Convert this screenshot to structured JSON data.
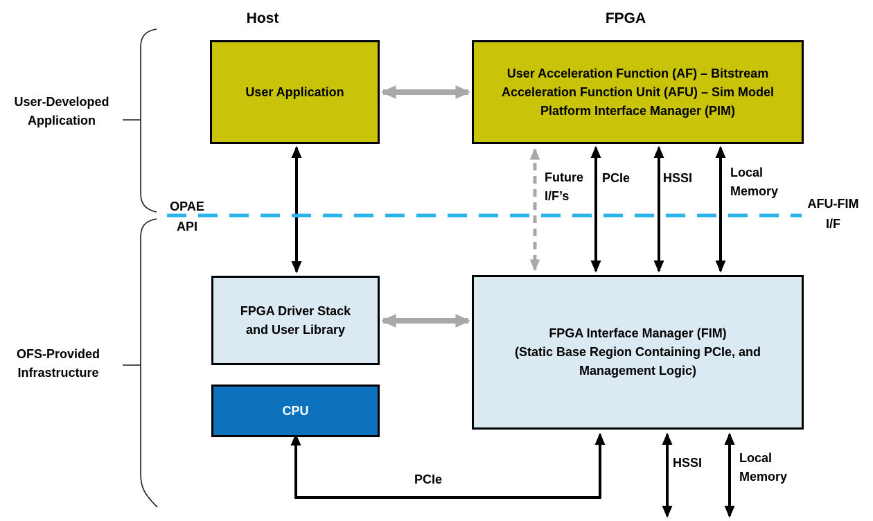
{
  "diagram": {
    "titles": {
      "host": "Host",
      "fpga": "FPGA"
    },
    "side_labels": {
      "user_developed": {
        "lines": [
          "User-Developed",
          "Application"
        ]
      },
      "ofs_provided": {
        "lines": [
          "OFS-Provided",
          "Infrastructure"
        ]
      }
    },
    "boxes": {
      "user_application": {
        "label": "User Application"
      },
      "af": {
        "lines": [
          "User Acceleration Function (AF) – Bitstream",
          "Acceleration Function Unit (AFU) – Sim Model",
          "Platform Interface Manager (PIM)"
        ]
      },
      "driver_stack": {
        "lines": [
          "FPGA Driver Stack",
          "and User Library"
        ]
      },
      "fim": {
        "lines": [
          "FPGA Interface Manager (FIM)",
          "(Static Base Region Containing PCIe, and",
          "Management Logic)"
        ]
      },
      "cpu": {
        "label": "CPU"
      }
    },
    "interface_boundaries": {
      "opae": {
        "lines": [
          "OPAE",
          "API"
        ]
      },
      "afu_fim": {
        "lines": [
          "AFU-FIM",
          "I/F"
        ]
      }
    },
    "connection_labels": {
      "future": {
        "lines": [
          "Future",
          "I/F’s"
        ]
      },
      "pcie_top": "PCIe",
      "hssi_top": "HSSI",
      "local_memory_top": {
        "lines": [
          "Local",
          "Memory"
        ]
      },
      "pcie_bottom": "PCIe",
      "hssi_bottom": "HSSI",
      "local_memory_bottom": {
        "lines": [
          "Local",
          "Memory"
        ]
      }
    },
    "colors": {
      "box_yellow": "#c9c409",
      "box_light_blue": "#dbe9f2",
      "cpu_blue": "#0d72bd",
      "dashed_boundary_cyan": "#29b5e9",
      "arrow_gray": "#a8a8a8",
      "arrow_black": "#000000"
    }
  }
}
